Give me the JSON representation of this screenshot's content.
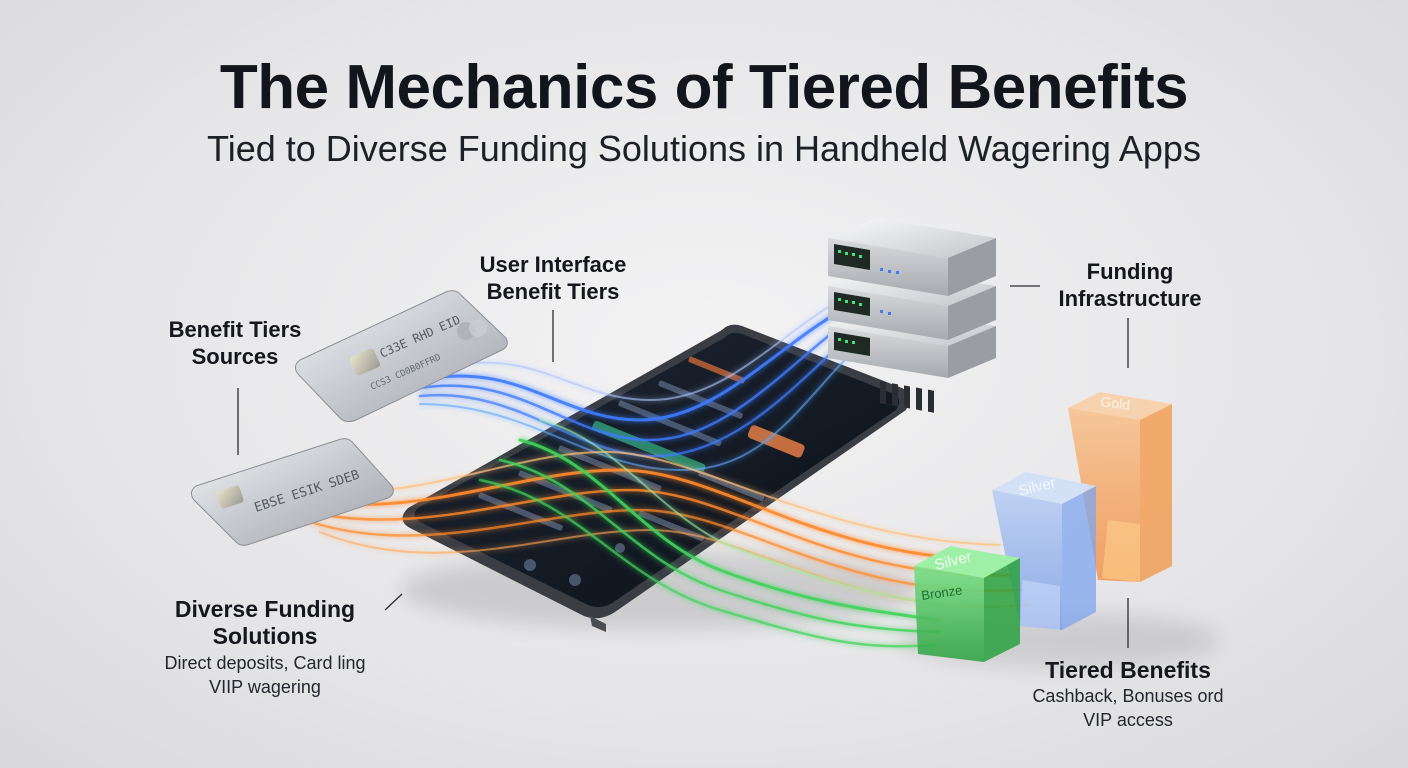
{
  "header": {
    "title": "The Mechanics of Tiered Benefits",
    "subtitle": "Tied to Diverse Funding Solutions in Handheld Wagering Apps"
  },
  "labels": {
    "benefit_tiers_sources": [
      "Benefit Tiers",
      "Sources"
    ],
    "user_interface": [
      "User Interface",
      "Benefit Tiers"
    ],
    "funding_infrastructure": [
      "Funding",
      "Infrastructure"
    ],
    "diverse_funding": {
      "title": [
        "Diverse Funding",
        "Solutions"
      ],
      "desc": [
        "Direct deposits, Card ling",
        "VIIP wagering"
      ]
    },
    "tiered_benefits": {
      "title": "Tiered Benefits",
      "desc": [
        "Cashback, Bonuses ord",
        "VIP access"
      ]
    }
  },
  "cards": {
    "top_number": "C33E RHD EID",
    "top_small": "CCS3 CD0B0FFRD",
    "bottom_number": "EBSE ESIK SDEB"
  },
  "tiers": {
    "bronze": "Bronze",
    "silver_mid": "Silver",
    "silver_front": "Silver",
    "gold": "Gold"
  },
  "colors": {
    "flow_blue": "#3d7bff",
    "flow_orange": "#ff8a2a",
    "flow_green": "#3fd35a",
    "gold": "#f2a35a",
    "silver": "#8fb3ee",
    "bronze": "#3fbf52",
    "phone_accent": "#ff8a4a"
  }
}
